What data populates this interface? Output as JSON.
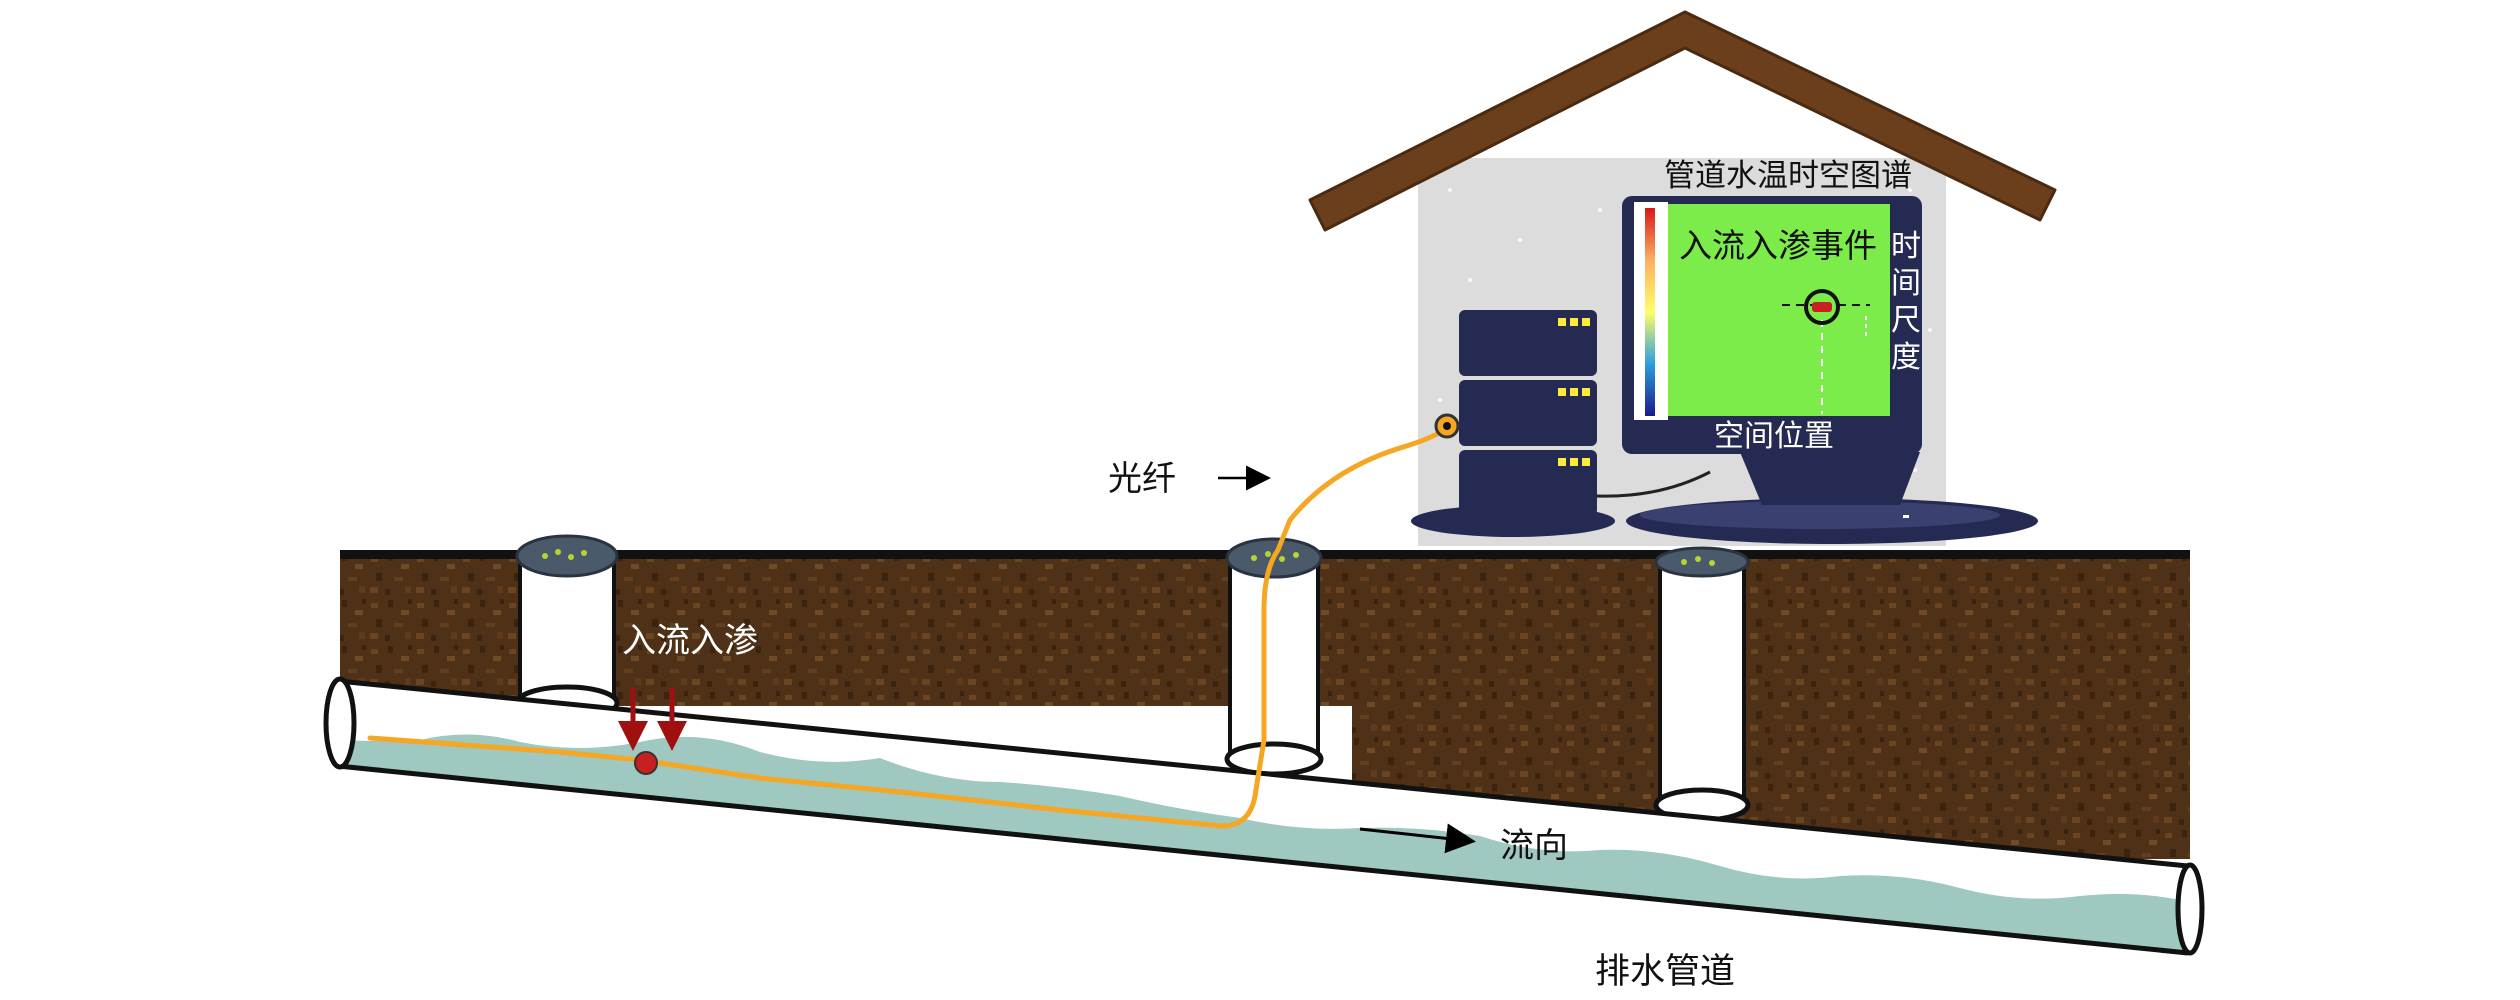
{
  "labels": {
    "monitor_title": "管道水温时空图谱",
    "event_label": "入流入渗事件",
    "time_axis": [
      "时",
      "间",
      "尺",
      "度"
    ],
    "space_axis": "空间位置",
    "fiber": "光纤",
    "infiltration": "入流入渗",
    "flow_direction": "流向",
    "pipe": "排水管道"
  },
  "colors": {
    "soil": "#4e3116",
    "roof": "#6b3f1c",
    "house_wall": "#dcdcdc",
    "monitor_body": "#252a52",
    "heatmap_bg": "#7bec4a",
    "fiber": "#f5a623",
    "water": "#9ec8c0",
    "indicator": "#ffeb3b",
    "infiltration_arrow": "#a01010",
    "event_marker": "#c82020"
  }
}
